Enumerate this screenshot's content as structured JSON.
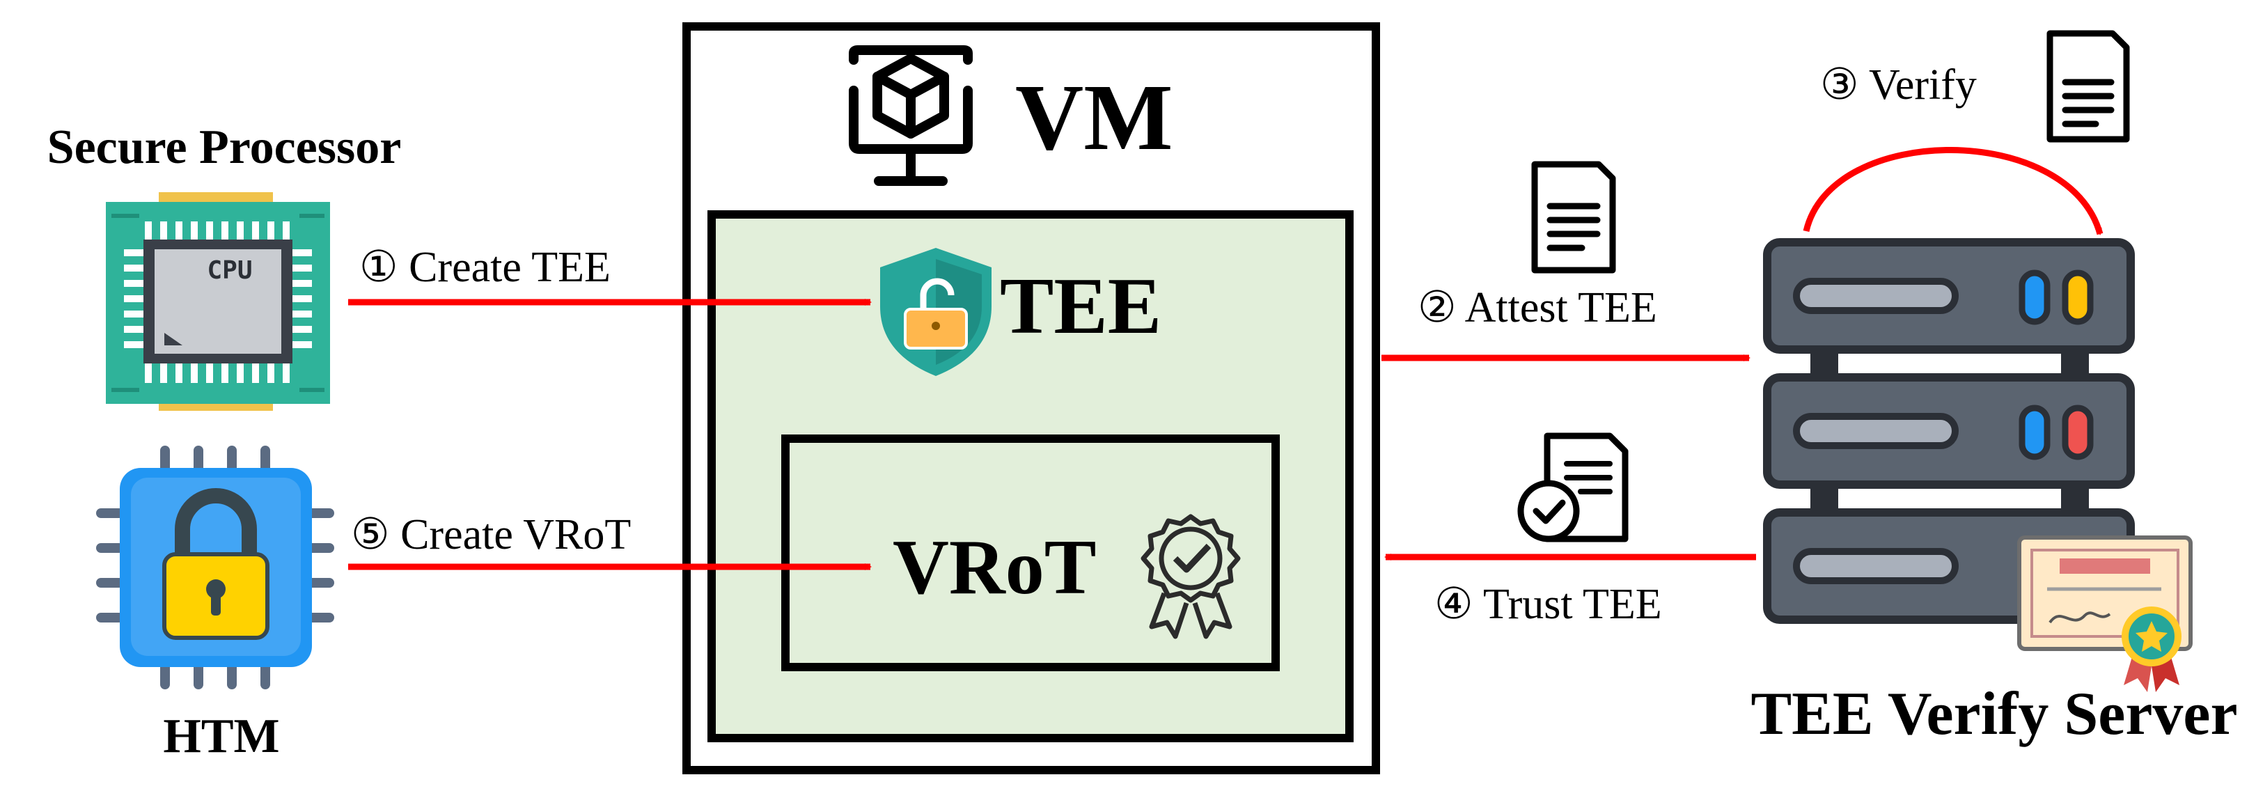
{
  "left": {
    "secure_processor_title": "Secure Processor",
    "cpu_chip_text": "CPU",
    "htm_title": "HTM"
  },
  "vm": {
    "title": "VM",
    "tee_title": "TEE",
    "vrot_title": "VRoT"
  },
  "arrows": {
    "step1": "① Create TEE",
    "step2": "② Attest TEE",
    "step3": "③ Verify",
    "step4": "④ Trust TEE",
    "step5": "⑤ Create VRoT"
  },
  "server": {
    "title": "TEE Verify Server"
  },
  "colors": {
    "arrow": "#ff0000",
    "tee_fill": "#e2efda",
    "cpu_green": "#2fb39a",
    "htm_blue": "#2196f3",
    "lock_yellow": "#ffd200",
    "server_gray": "#5b6470"
  }
}
